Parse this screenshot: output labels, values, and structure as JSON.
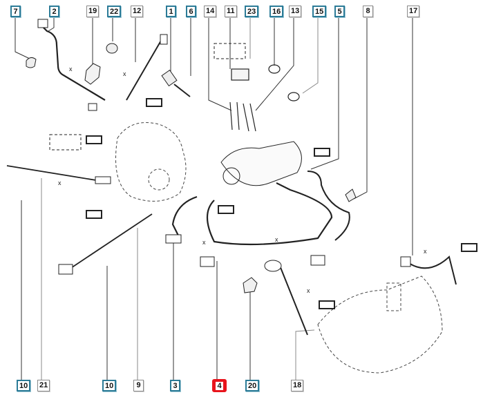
{
  "diagram": {
    "title": "Exhaust / engine sensors exploded parts diagram",
    "dimension_label": "x",
    "highlight_color": "#e8141c",
    "callout_border_primary": "#2b7b97",
    "callout_border_secondary": "#8a8a8a",
    "top_callouts": [
      {
        "label": "7",
        "style": "teal"
      },
      {
        "label": "2",
        "style": "teal"
      },
      {
        "label": "19",
        "style": "grey"
      },
      {
        "label": "22",
        "style": "teal"
      },
      {
        "label": "12",
        "style": "grey"
      },
      {
        "label": "1",
        "style": "teal"
      },
      {
        "label": "6",
        "style": "teal"
      },
      {
        "label": "14",
        "style": "grey"
      },
      {
        "label": "11",
        "style": "grey"
      },
      {
        "label": "23",
        "style": "teal"
      },
      {
        "label": "16",
        "style": "teal"
      },
      {
        "label": "13",
        "style": "grey"
      },
      {
        "label": "15",
        "style": "teal"
      },
      {
        "label": "5",
        "style": "teal"
      },
      {
        "label": "8",
        "style": "grey"
      },
      {
        "label": "17",
        "style": "grey"
      }
    ],
    "bottom_callouts": [
      {
        "label": "10",
        "style": "teal"
      },
      {
        "label": "21",
        "style": "grey"
      },
      {
        "label": "10",
        "style": "teal"
      },
      {
        "label": "9",
        "style": "grey"
      },
      {
        "label": "3",
        "style": "teal"
      },
      {
        "label": "4",
        "style": "red",
        "selected": true
      },
      {
        "label": "20",
        "style": "teal"
      },
      {
        "label": "18",
        "style": "grey"
      }
    ]
  }
}
